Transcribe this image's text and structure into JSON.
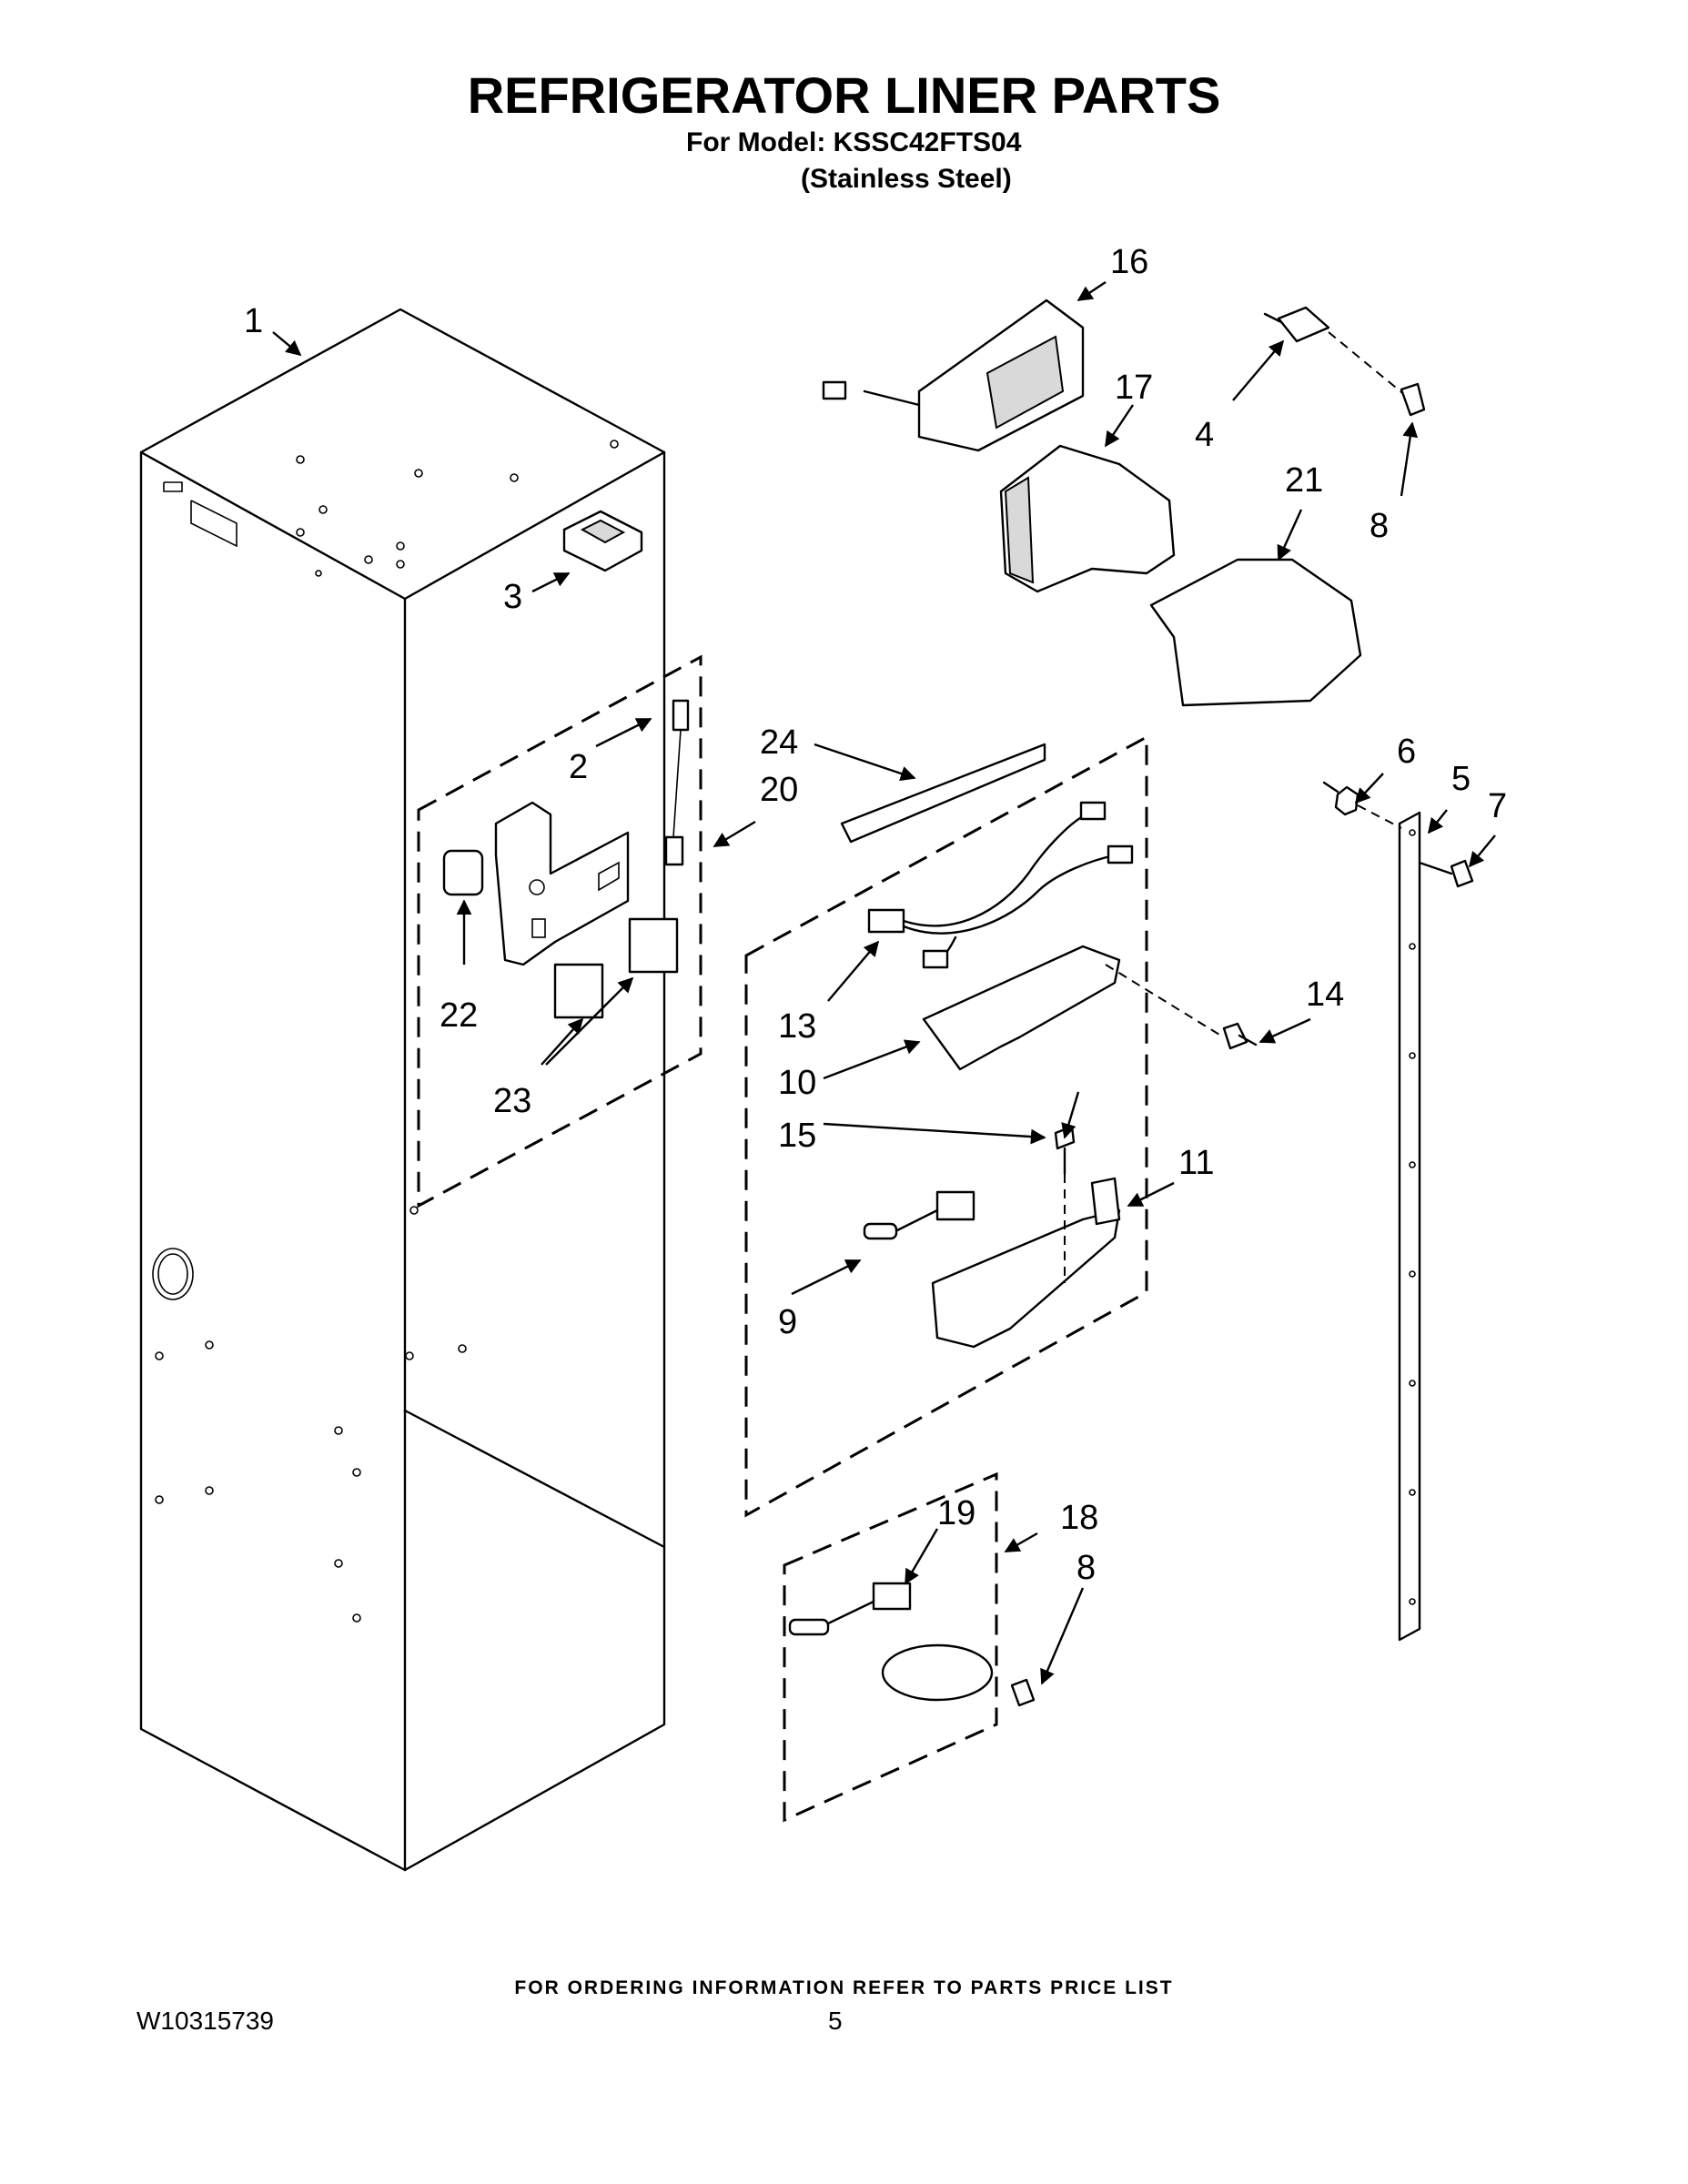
{
  "header": {
    "title": "REFRIGERATOR LINER PARTS",
    "model_line": "For Model: KSSC42FTS04",
    "variant": "(Stainless Steel)"
  },
  "callouts": {
    "c1": "1",
    "c2": "2",
    "c3": "3",
    "c4": "4",
    "c5": "5",
    "c6": "6",
    "c7": "7",
    "c8a": "8",
    "c8b": "8",
    "c9": "9",
    "c10": "10",
    "c11": "11",
    "c13": "13",
    "c14": "14",
    "c15": "15",
    "c16": "16",
    "c17": "17",
    "c18": "18",
    "c19": "19",
    "c20": "20",
    "c21": "21",
    "c22": "22",
    "c23": "23",
    "c24": "24"
  },
  "footer": {
    "note": "FOR ORDERING INFORMATION REFER TO PARTS PRICE LIST",
    "doc_number": "W10315739",
    "page": "5"
  }
}
